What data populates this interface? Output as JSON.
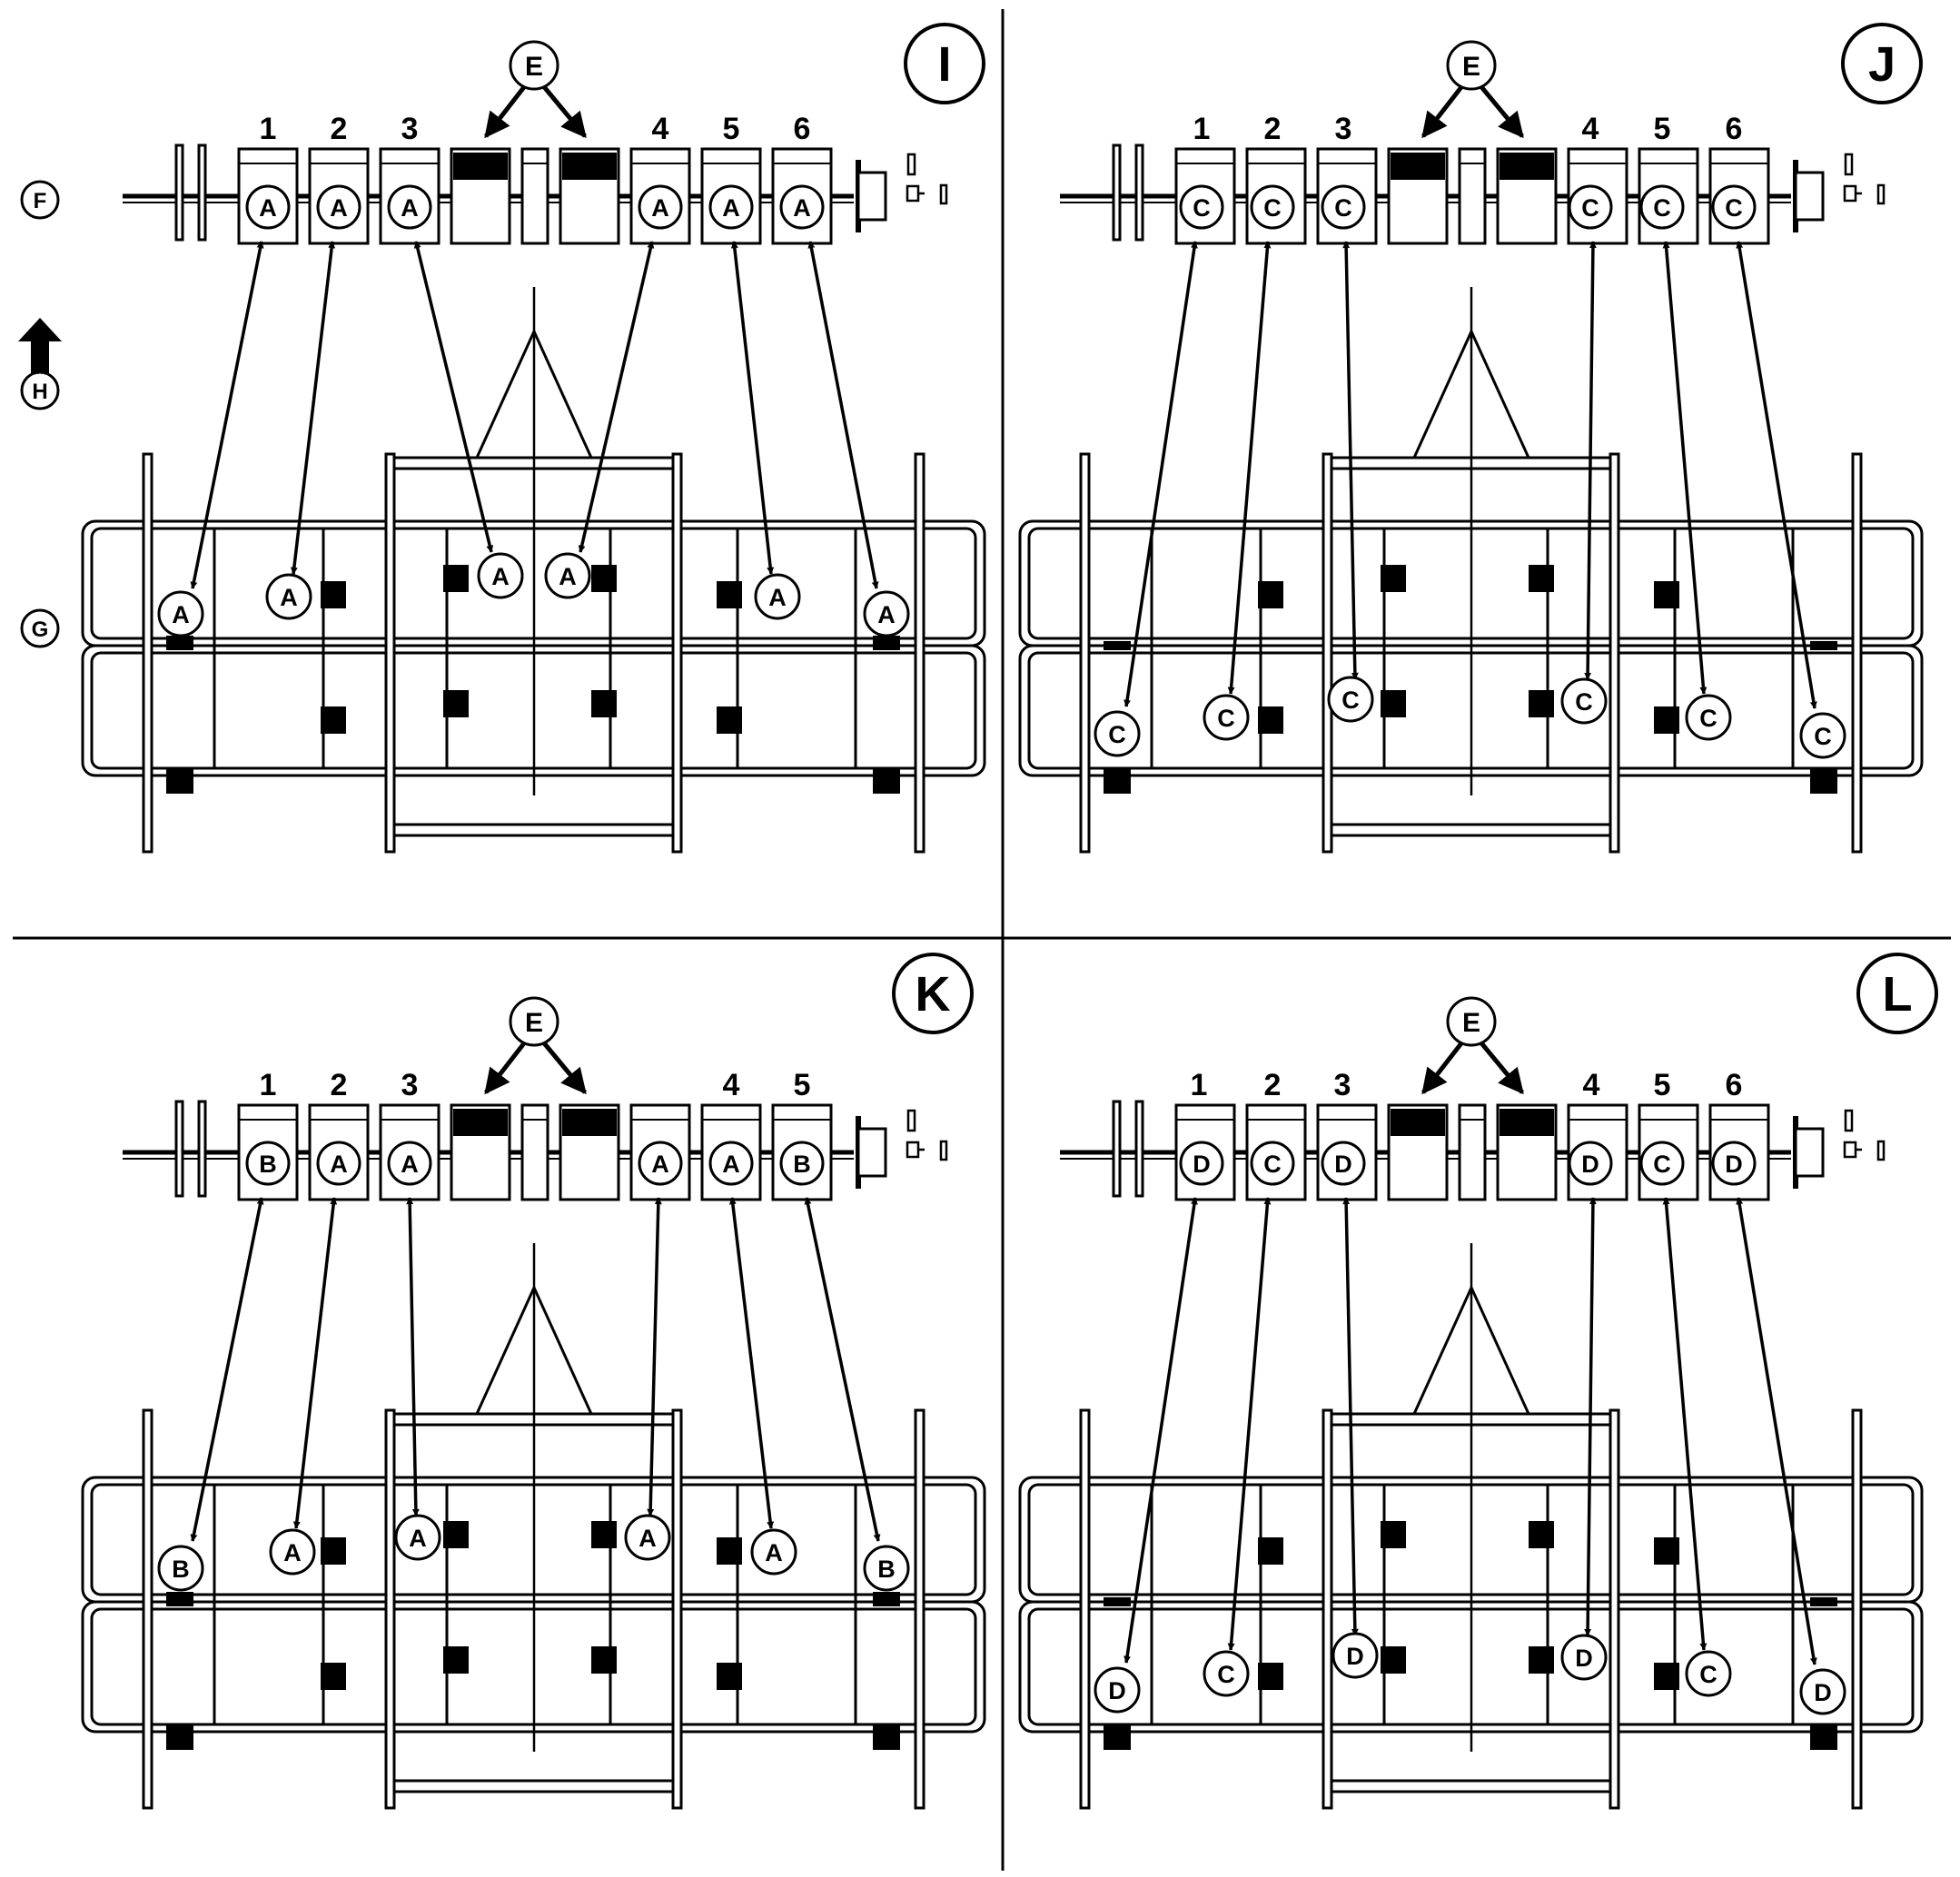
{
  "side_labels": {
    "toolbar": "F",
    "frame": "G",
    "direction": "H"
  },
  "pointer_label": "E",
  "quadrants": [
    {
      "id": "I",
      "numbers": [
        "1",
        "2",
        "3",
        "4",
        "5",
        "6"
      ],
      "bar_labels": [
        "A",
        "A",
        "A",
        "A",
        "A",
        "A"
      ],
      "frame_labels": [
        "A",
        "A",
        "A",
        "A",
        "A",
        "A"
      ]
    },
    {
      "id": "J",
      "numbers": [
        "1",
        "2",
        "3",
        "4",
        "5",
        "6"
      ],
      "bar_labels": [
        "C",
        "C",
        "C",
        "C",
        "C",
        "C"
      ],
      "frame_labels": [
        "C",
        "C",
        "C",
        "C",
        "C",
        "C"
      ]
    },
    {
      "id": "K",
      "numbers": [
        "1",
        "2",
        "3",
        "4",
        "5"
      ],
      "bar_labels": [
        "B",
        "A",
        "A",
        "A",
        "A",
        "B"
      ],
      "frame_labels": [
        "B",
        "A",
        "A",
        "A",
        "A",
        "B"
      ]
    },
    {
      "id": "L",
      "numbers": [
        "1",
        "2",
        "3",
        "4",
        "5",
        "6"
      ],
      "bar_labels": [
        "D",
        "C",
        "D",
        "D",
        "C",
        "D"
      ],
      "frame_labels": [
        "D",
        "C",
        "D",
        "D",
        "C",
        "D"
      ]
    }
  ]
}
